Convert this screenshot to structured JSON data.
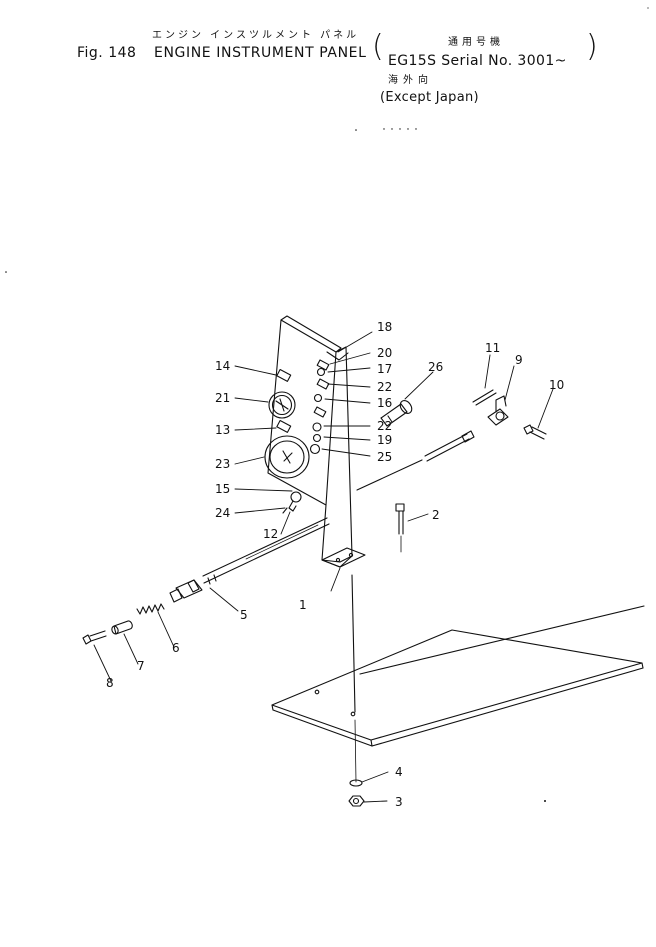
{
  "header": {
    "figure_label": "Fig. 148",
    "title_japanese": "エンジン インスツルメント パネル",
    "title": "ENGINE INSTRUMENT PANEL",
    "model_japanese": "通用号機",
    "serial": "EG15S Serial No. 3001~",
    "destination_japanese": "海外向",
    "destination": "(Except Japan)",
    "paren_open": "(",
    "paren_close": ")"
  },
  "callouts": [
    "1",
    "2",
    "3",
    "4",
    "5",
    "6",
    "7",
    "8",
    "9",
    "10",
    "11",
    "12",
    "13",
    "14",
    "15",
    "16",
    "17",
    "18",
    "19",
    "20",
    "21",
    "22",
    "22",
    "23",
    "24",
    "25",
    "26"
  ]
}
